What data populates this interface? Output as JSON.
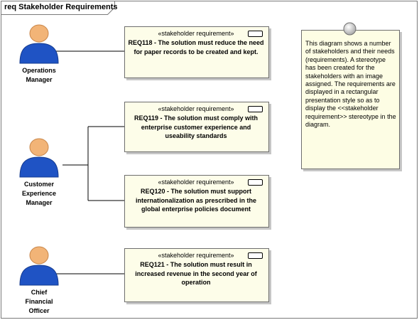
{
  "diagram": {
    "title": "req Stakeholder Requirements"
  },
  "actors": [
    {
      "name": "Operations Manager",
      "label": "Operations\nManager"
    },
    {
      "name": "Customer Experience Manager",
      "label": "Customer\nExperience\nManager"
    },
    {
      "name": "Chief Financial Officer",
      "label": "Chief\nFinancial\nOfficer"
    }
  ],
  "requirements": [
    {
      "stereotype": "«stakeholder requirement»",
      "id": "REQ118",
      "text": "REQ118 - The solution must reduce the need for paper records to be created and kept."
    },
    {
      "stereotype": "«stakeholder requirement»",
      "id": "REQ119",
      "text": "REQ119 - The solution must comply with enterprise customer experience and useability standards"
    },
    {
      "stereotype": "«stakeholder requirement»",
      "id": "REQ120",
      "text": "REQ120 - The solution must support internationalization as prescribed in the global enterprise policies document"
    },
    {
      "stereotype": "«stakeholder requirement»",
      "id": "REQ121",
      "text": "REQ121 - The solution must result in increased revenue in the second year of operation"
    }
  ],
  "note": {
    "text": "This diagram shows a number of stakeholders and their needs (requirements). A stereotype has been created for the stakeholders with an image assigned. The requirements are displayed in a rectangular presentation style so as to display the <<stakeholder requirement>> stereotype in the diagram."
  },
  "colors": {
    "actor_head": "#f2b477",
    "actor_body": "#1f53c4",
    "element_fill": "#fdfde9",
    "frame_border": "#7a7a7a"
  }
}
